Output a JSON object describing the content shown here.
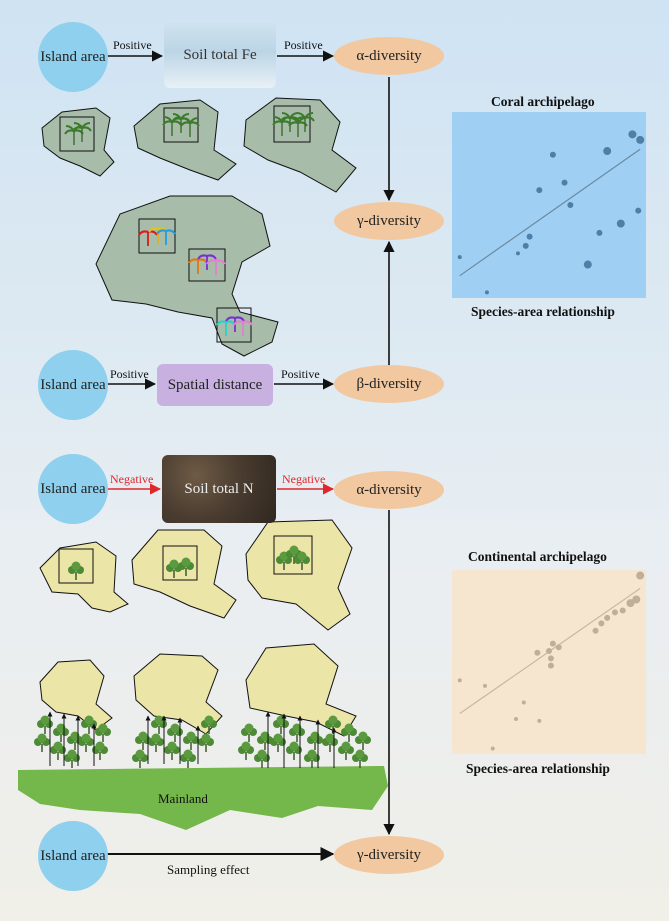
{
  "top": {
    "island_area_1": "Island area",
    "island_area_2": "Island area",
    "soil_fe": "Soil total Fe",
    "spatial_distance": "Spatial distance",
    "alpha": "α-diversity",
    "gamma": "γ-diversity",
    "beta": "β-diversity",
    "positive": "Positive",
    "plot_title": "Coral archipelago",
    "plot_caption": "Species-area relationship"
  },
  "bottom": {
    "island_area_1": "Island area",
    "island_area_2": "Island area",
    "soil_n": "Soil total N",
    "alpha": "α-diversity",
    "gamma": "γ-diversity",
    "negative": "Negative",
    "sampling": "Sampling effect",
    "mainland": "Mainland",
    "plot_title": "Continental archipelago",
    "plot_caption": "Species-area relationship"
  },
  "colors": {
    "island_circle": "#8fd0ee",
    "diversity_node": "#f1c8a0",
    "spatial_box": "#c8b1e0",
    "coral_island": "#a7bca9",
    "continental_island": "#ece5a8",
    "mainland": "#74b74a",
    "negative_arrow": "#e0262b",
    "coral_plot_bg": "#9fd0f3",
    "continental_plot_bg": "#f7e6cf"
  },
  "icons": [
    "palm-tree-icon",
    "broadleaf-tree-icon",
    "soil-photo",
    "beach-photo"
  ],
  "chart_data": [
    {
      "type": "scatter",
      "title": "Coral archipelago",
      "xlabel": "",
      "ylabel": "",
      "xlim": [
        0,
        1
      ],
      "ylim": [
        0,
        1
      ],
      "points": [
        {
          "x": 0.04,
          "y": 0.22,
          "s": 2
        },
        {
          "x": 0.18,
          "y": 0.03,
          "s": 2
        },
        {
          "x": 0.34,
          "y": 0.24,
          "s": 2
        },
        {
          "x": 0.38,
          "y": 0.28,
          "s": 3
        },
        {
          "x": 0.4,
          "y": 0.33,
          "s": 3
        },
        {
          "x": 0.45,
          "y": 0.58,
          "s": 3
        },
        {
          "x": 0.52,
          "y": 0.77,
          "s": 3
        },
        {
          "x": 0.58,
          "y": 0.62,
          "s": 3
        },
        {
          "x": 0.61,
          "y": 0.5,
          "s": 3
        },
        {
          "x": 0.7,
          "y": 0.18,
          "s": 4
        },
        {
          "x": 0.76,
          "y": 0.35,
          "s": 3
        },
        {
          "x": 0.8,
          "y": 0.79,
          "s": 4
        },
        {
          "x": 0.87,
          "y": 0.4,
          "s": 4
        },
        {
          "x": 0.93,
          "y": 0.88,
          "s": 4
        },
        {
          "x": 0.96,
          "y": 0.47,
          "s": 3
        },
        {
          "x": 0.97,
          "y": 0.85,
          "s": 4
        }
      ],
      "fit": [
        [
          0.04,
          0.12
        ],
        [
          0.97,
          0.8
        ]
      ],
      "grid": false
    },
    {
      "type": "scatter",
      "title": "Continental archipelago",
      "xlabel": "",
      "ylabel": "",
      "xlim": [
        0,
        1
      ],
      "ylim": [
        0,
        1
      ],
      "points": [
        {
          "x": 0.04,
          "y": 0.4,
          "s": 2
        },
        {
          "x": 0.17,
          "y": 0.37,
          "s": 2
        },
        {
          "x": 0.21,
          "y": 0.03,
          "s": 2
        },
        {
          "x": 0.33,
          "y": 0.19,
          "s": 2
        },
        {
          "x": 0.37,
          "y": 0.28,
          "s": 2
        },
        {
          "x": 0.45,
          "y": 0.18,
          "s": 2
        },
        {
          "x": 0.44,
          "y": 0.55,
          "s": 3
        },
        {
          "x": 0.5,
          "y": 0.56,
          "s": 3
        },
        {
          "x": 0.51,
          "y": 0.52,
          "s": 3
        },
        {
          "x": 0.52,
          "y": 0.6,
          "s": 3
        },
        {
          "x": 0.55,
          "y": 0.58,
          "s": 3
        },
        {
          "x": 0.51,
          "y": 0.48,
          "s": 3
        },
        {
          "x": 0.74,
          "y": 0.67,
          "s": 3
        },
        {
          "x": 0.77,
          "y": 0.71,
          "s": 3
        },
        {
          "x": 0.8,
          "y": 0.74,
          "s": 3
        },
        {
          "x": 0.84,
          "y": 0.77,
          "s": 3
        },
        {
          "x": 0.88,
          "y": 0.78,
          "s": 3
        },
        {
          "x": 0.92,
          "y": 0.82,
          "s": 4
        },
        {
          "x": 0.95,
          "y": 0.84,
          "s": 4
        },
        {
          "x": 0.97,
          "y": 0.97,
          "s": 4
        }
      ],
      "fit": [
        [
          0.04,
          0.22
        ],
        [
          0.97,
          0.9
        ]
      ],
      "grid": false
    }
  ]
}
